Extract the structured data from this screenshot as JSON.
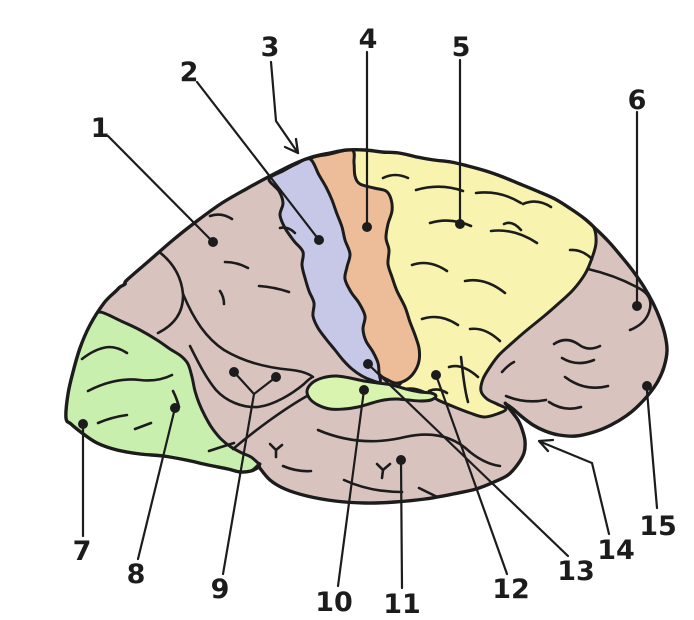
{
  "figure": {
    "type": "anatomical-diagram",
    "subject": "Lateral view of a human brain with numbered leader lines",
    "background_color": "#ffffff",
    "outline_color": "#1c1c1c"
  },
  "regions": {
    "cortex_base": {
      "name": "cerebral-cortex",
      "color": "#d9c3bf"
    },
    "frontal": {
      "name": "frontal-region",
      "color": "#f8f4b0"
    },
    "precentral": {
      "name": "precentral-strip",
      "color": "#edbd99"
    },
    "postcentral": {
      "name": "postcentral-strip",
      "color": "#c7c7e8"
    },
    "occipital": {
      "name": "occipital-region",
      "color": "#c9efae"
    },
    "oval": {
      "name": "superior-temporal-oval",
      "color": "#d8f4ae"
    }
  },
  "labels": [
    {
      "number": "1",
      "pointer": "dot"
    },
    {
      "number": "2",
      "pointer": "dot"
    },
    {
      "number": "3",
      "pointer": "arrow"
    },
    {
      "number": "4",
      "pointer": "dot"
    },
    {
      "number": "5",
      "pointer": "dot"
    },
    {
      "number": "6",
      "pointer": "dot"
    },
    {
      "number": "7",
      "pointer": "dot"
    },
    {
      "number": "8",
      "pointer": "dot"
    },
    {
      "number": "9",
      "pointer": "double-dot"
    },
    {
      "number": "10",
      "pointer": "dot"
    },
    {
      "number": "11",
      "pointer": "dot"
    },
    {
      "number": "12",
      "pointer": "dot"
    },
    {
      "number": "13",
      "pointer": "dot"
    },
    {
      "number": "14",
      "pointer": "arrow"
    },
    {
      "number": "15",
      "pointer": "dot"
    }
  ]
}
